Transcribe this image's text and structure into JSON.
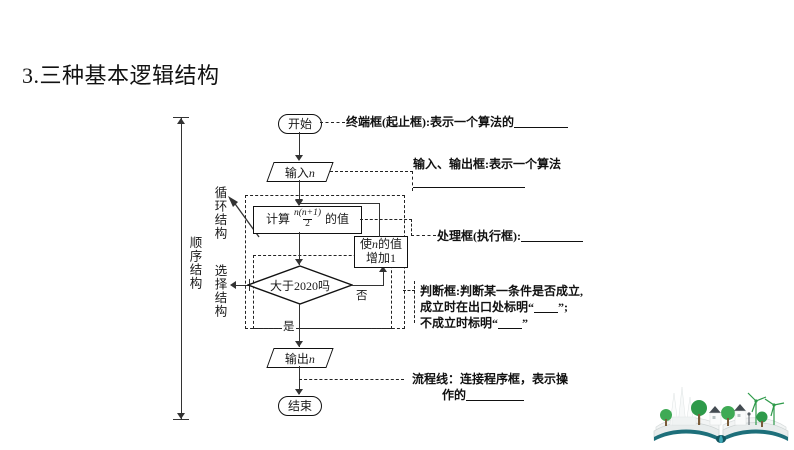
{
  "page": {
    "title": "3.三种基本逻辑结构"
  },
  "flowchart": {
    "start_label": "开始",
    "input_label": "输入",
    "input_var": "n",
    "process_prefix": "计算",
    "process_numerator": "n(n+1)",
    "process_denominator": "2",
    "process_suffix": "的值",
    "decision_label": "大于2020吗",
    "increment_line1_prefix": "使",
    "increment_line1_var": "n",
    "increment_line1_suffix": "的值",
    "increment_line2": "增加1",
    "yes_label": "是",
    "no_label": "否",
    "output_label": "输出",
    "output_var": "n",
    "end_label": "结束"
  },
  "structures": {
    "sequence": "顺序结构",
    "loop": "循环结构",
    "selection": "选择结构"
  },
  "annotations": {
    "terminal": "终端框(起止框):表示一个算法的",
    "io_line1": "输入、输出框:表示一个算法",
    "io_line2": "",
    "process": "处理框(执行框):",
    "decision_line1": "判断框:判断某一条件是否成立,",
    "decision_line2_pre": "成立时在出口处标明“",
    "decision_line2_post": "”;",
    "decision_line3_pre": "不成立时标明“",
    "decision_line3_post": "”",
    "flowline_line1": "流程线：连接程序框，表示操",
    "flowline_line2": "作的"
  },
  "decoration": {
    "image_name": "open-book-eco-city-illustration"
  },
  "colors": {
    "ink": "#111111",
    "line": "#333333",
    "dashed": "#222222",
    "book_cover": "#1d6f7a",
    "leaf_green": "#2e9a4a",
    "page_white": "#f4f6f6"
  }
}
